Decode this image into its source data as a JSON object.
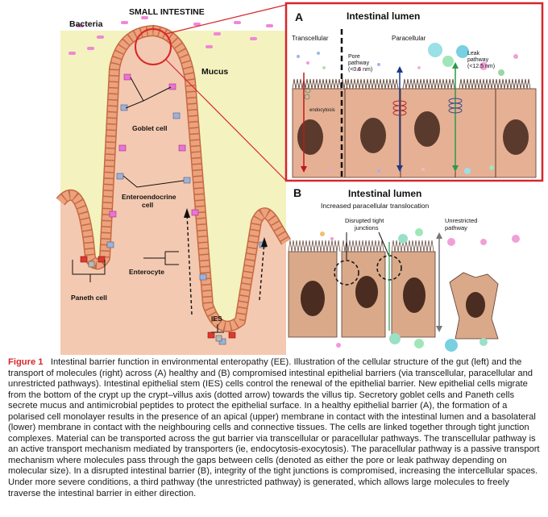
{
  "left": {
    "title": "SMALL INTESTINE",
    "bacteria": "Bacteria",
    "mucus": "Mucus",
    "goblet": "Goblet cell",
    "enteroendocrine": "Enteroendocrine\ncell",
    "enterocyte": "Enterocyte",
    "paneth": "Paneth cell",
    "ies": "IES"
  },
  "panelA": {
    "letter": "A",
    "title": "Intestinal lumen",
    "transcellular": "Transcellular",
    "paracellular": "Paracellular",
    "pore": "Pore\npathway\n(<0.6 nm)",
    "leak": "Leak\npathway\n(<12.5 nm)",
    "endocytosis": "endocytosis"
  },
  "panelB": {
    "letter": "B",
    "title": "Intestinal lumen",
    "subtitle": "Increased paracellular translocation",
    "disrupted": "Disrupted tight\njunctions",
    "unrestricted": "Unrestricted\npathway"
  },
  "colors": {
    "frame_red": "#d7262a",
    "cell_fill": "#e8b196",
    "nucleus": "#5a3a2c",
    "goblet": "#ef70d8",
    "enteroendocrine": "#9fb2d6",
    "mucus": "#f4f3bf",
    "lamina": "#f2c7ae"
  },
  "caption": {
    "label": "Figure 1",
    "text": "Intestinal barrier function in environmental enteropathy (EE). Illustration of the cellular structure of the gut (left) and the transport of molecules (right) across (A) healthy and (B) compromised intestinal epithelial barriers (via transcellular, paracellular and unrestricted pathways). Intestinal epithelial stem (IES) cells control the renewal of the epithelial barrier. New epithelial cells migrate from the bottom of the crypt up the crypt–villus axis (dotted arrow) towards the villus tip. Secretory goblet cells and Paneth cells secrete mucus and antimicrobial peptides to protect the epithelial surface. In a healthy epithelial barrier (A), the formation of a polarised cell monolayer results in the presence of an apical (upper) membrane in contact with the intestinal lumen and a basolateral (lower) membrane in contact with the neighbouring cells and connective tissues. The cells are linked together through tight junction complexes. Material can be transported across the gut barrier via transcellular or paracellular pathways. The transcellular pathway is an active transport mechanism mediated by transporters (ie, endocytosis-exocytosis). The paracellular pathway is a passive transport mechanism where molecules pass through the gaps between cells (denoted as either the pore or leak pathway depending on molecular size). In a disrupted intestinal barrier (B), integrity of the tight junctions is compromised, increasing the intercellular spaces. Under more severe conditions, a third pathway (the unrestricted pathway) is generated, which allows large molecules to freely traverse the intestinal barrier in either direction."
  }
}
